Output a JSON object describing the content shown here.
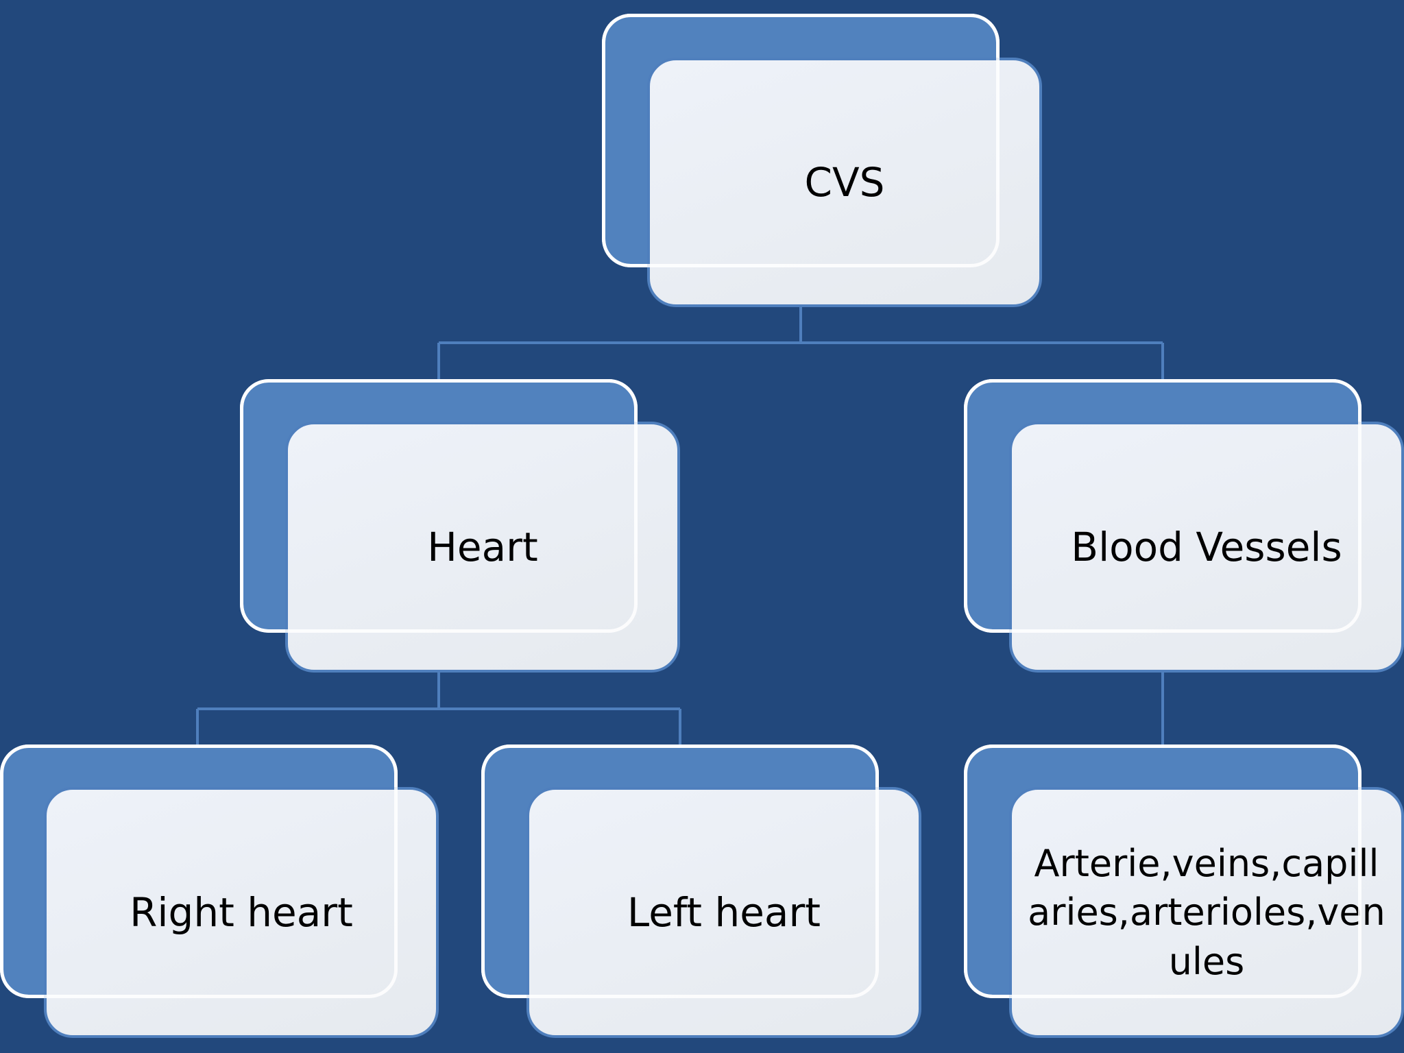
{
  "diagram": {
    "root": {
      "label": "CVS"
    },
    "heart": {
      "label": "Heart"
    },
    "blood_vessels": {
      "label": "Blood Vessels"
    },
    "right_heart": {
      "label": "Right heart"
    },
    "left_heart": {
      "label": "Left heart"
    },
    "vessel_types": {
      "label": "Arterie,veins,capillaries,arterioles,venules"
    }
  },
  "colors": {
    "background": "#22487c",
    "back_card": "#5182be",
    "front_card": "#eef2f9",
    "connector": "#4f7fbd",
    "outline": "#ffffff"
  }
}
